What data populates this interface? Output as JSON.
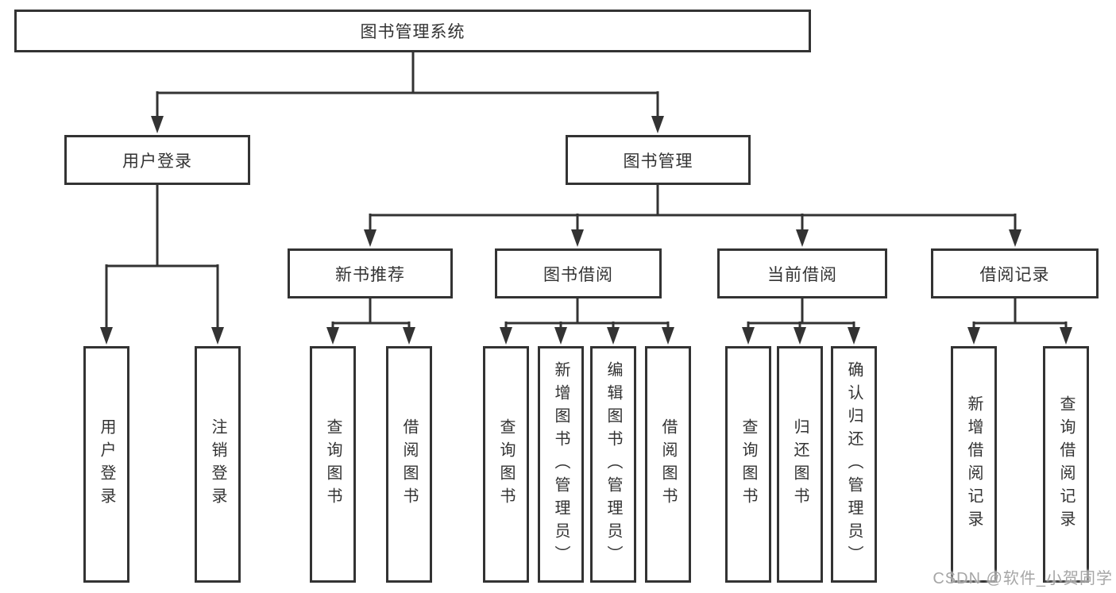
{
  "title": "图书管理系统",
  "tree": {
    "label": "图书管理系统",
    "children": [
      {
        "label": "用户登录",
        "children": [
          {
            "label": "用户登录"
          },
          {
            "label": "注销登录"
          }
        ]
      },
      {
        "label": "图书管理",
        "children": [
          {
            "label": "新书推荐",
            "children": [
              {
                "label": "查询图书"
              },
              {
                "label": "借阅图书"
              }
            ]
          },
          {
            "label": "图书借阅",
            "children": [
              {
                "label": "查询图书"
              },
              {
                "label": "新增图书（管理员）"
              },
              {
                "label": "编辑图书（管理员）"
              },
              {
                "label": "借阅图书"
              }
            ]
          },
          {
            "label": "当前借阅",
            "children": [
              {
                "label": "查询图书"
              },
              {
                "label": "归还图书"
              },
              {
                "label": "确认归还（管理员）"
              }
            ]
          },
          {
            "label": "借阅记录",
            "children": [
              {
                "label": "新增借阅记录"
              },
              {
                "label": "查询借阅记录"
              }
            ]
          }
        ]
      }
    ]
  },
  "watermark": "CSDN @软件_小贺同学",
  "colors": {
    "line": "#333333",
    "box_border": "#333333",
    "text": "#333333",
    "background": "#ffffff",
    "watermark": "#969696"
  }
}
